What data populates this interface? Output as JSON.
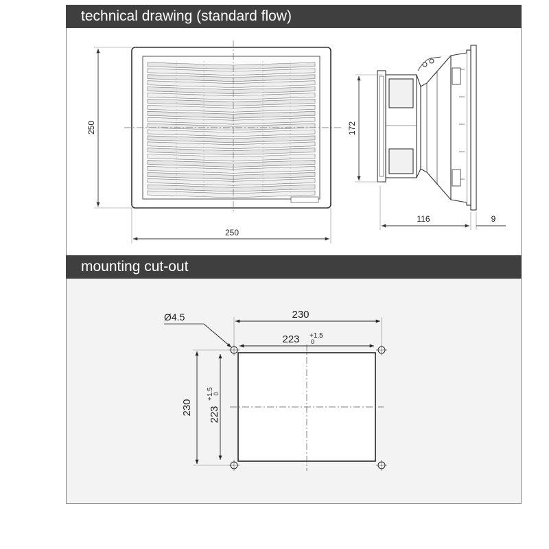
{
  "sections": {
    "technical": {
      "title": "technical drawing (standard flow)"
    },
    "mounting": {
      "title": "mounting cut-out"
    }
  },
  "technical_dims": {
    "front_height": "250",
    "front_width": "250",
    "side_height": "172",
    "side_depth": "116",
    "side_flange": "9"
  },
  "mounting_dims": {
    "hole_diameter": "Ø4.5",
    "outer_width": "230",
    "inner_width": "223",
    "inner_width_tol": "+1.5",
    "inner_width_tol_lower": "0",
    "outer_height": "230",
    "inner_height": "223",
    "inner_height_tol": "+1.5",
    "inner_height_tol_lower": "0"
  },
  "colors": {
    "header_bg": "#3f3f3f",
    "header_text": "#ffffff",
    "line": "#333333",
    "mount_bg": "#f3f3f3"
  }
}
